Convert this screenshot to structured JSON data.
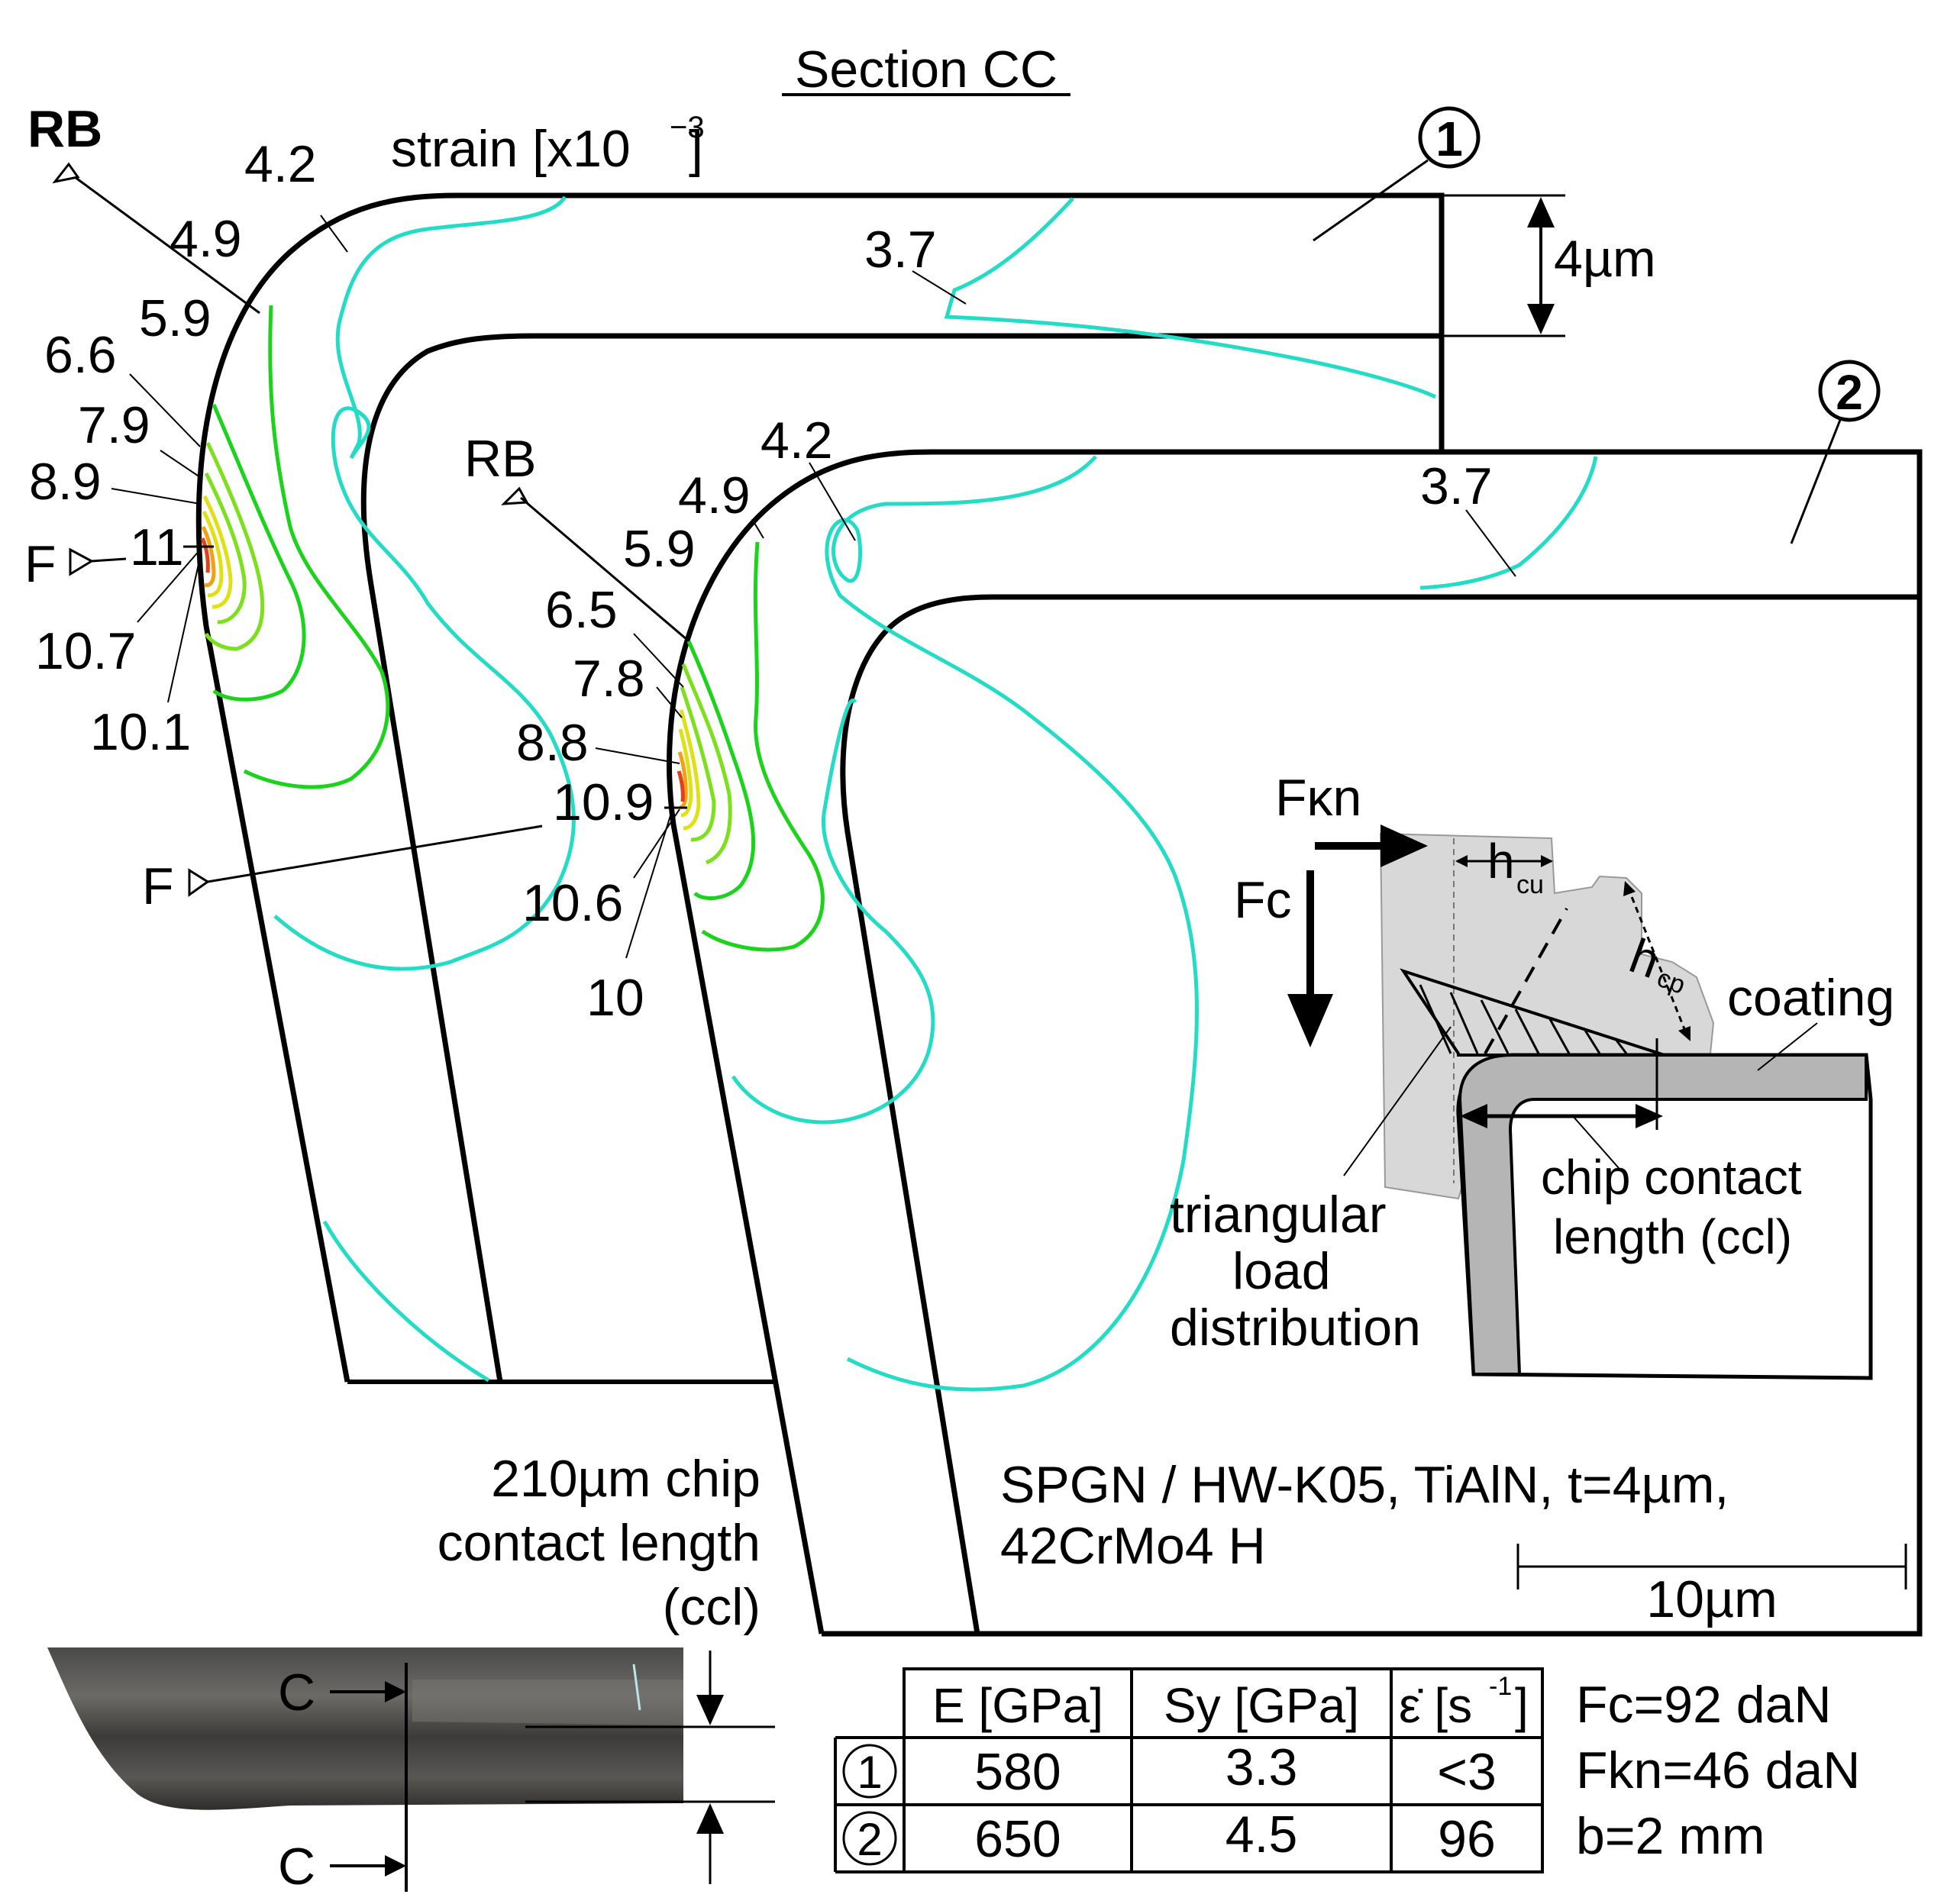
{
  "title": "Section CC",
  "strain_label": "strain [x10",
  "strain_exp": "−3",
  "strain_close": "]",
  "model1": {
    "marker": "1",
    "rb": "RB",
    "f": "F",
    "contours": [
      "4.2",
      "4.9",
      "5.9",
      "6.6",
      "7.9",
      "8.9",
      "11",
      "10.7",
      "10.1",
      "3.7"
    ],
    "thickness": "4µm"
  },
  "model2": {
    "marker": "2",
    "rb": "RB",
    "f": "F",
    "contours": [
      "4.2",
      "4.9",
      "5.9",
      "6.5",
      "7.8",
      "8.8",
      "10.9",
      "10.6",
      "10",
      "3.7"
    ]
  },
  "inset": {
    "fkn": "Fκn",
    "fc": "Fc",
    "h": "h",
    "h_cu_sub": "cu",
    "h_cp_sub": "cp",
    "coating": "coating",
    "triangular": [
      "triangular",
      "load",
      "distribution"
    ],
    "ccl": [
      "chip contact",
      "length (ccl)"
    ]
  },
  "chip_caption": [
    "210µm chip",
    "contact length",
    "(ccl)"
  ],
  "section_marks": [
    "C",
    "C"
  ],
  "spec": [
    "SPGN / HW-K05, TiAlN, t=4µm,",
    "42CrMo4 H"
  ],
  "scale_bar": "10µm",
  "table": {
    "headers": [
      "",
      "E [GPa]",
      "Sy [GPa]",
      "ε̇ [s",
      "-1",
      "]"
    ],
    "rows": [
      {
        "mark": "1",
        "E": "580",
        "Sy": "3.3",
        "rate": "<3"
      },
      {
        "mark": "2",
        "E": "650",
        "Sy": "4.5",
        "rate": "96"
      }
    ]
  },
  "forces": [
    "Fc=92 daN",
    "Fkn=46 daN",
    "b=2 mm"
  ]
}
